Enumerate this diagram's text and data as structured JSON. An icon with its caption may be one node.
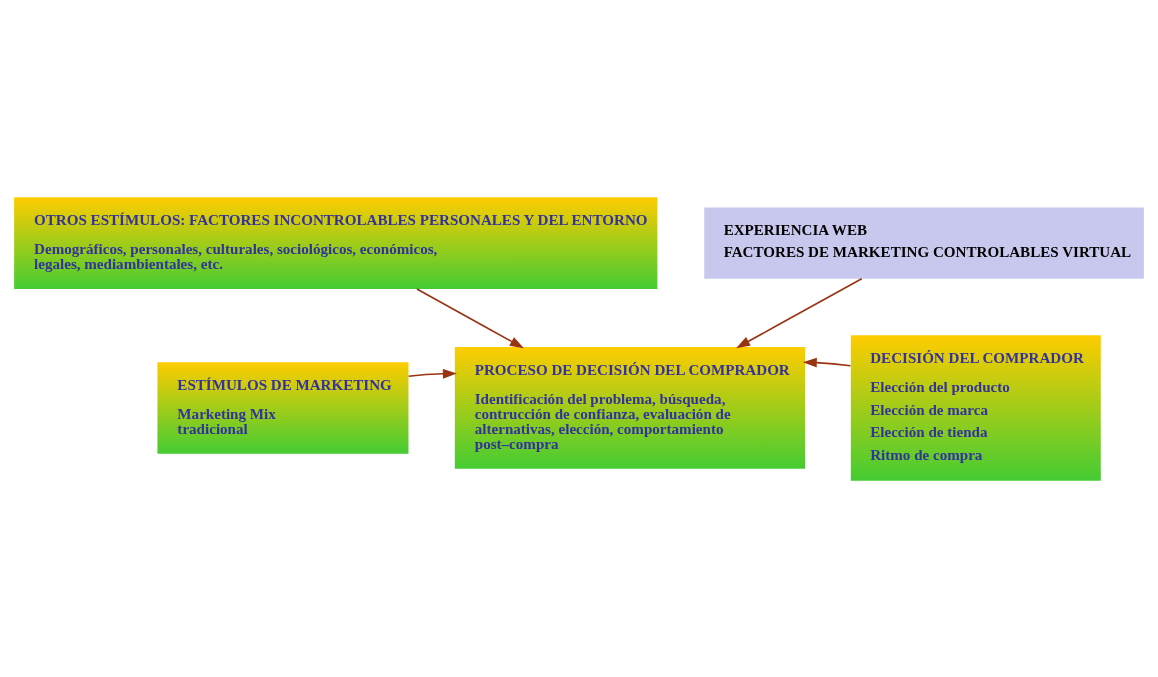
{
  "diagram": {
    "nodes": [
      {
        "text": [
          "OTROS ESTÍMULOS: FACTORES INCONTROLABLES PERSONALES Y DEL ENTORNO",
          "Demográficos, personales, culturales, sociológicos, económicos, legales, mediambientales, etc."
        ]
      },
      {
        "text": [
          "ESTÍMULOS DE MARKETING",
          "Marketing Mix tradicional"
        ]
      },
      {
        "text": [
          "PROCESO DE DECISIÓN DEL COMPRADOR",
          "Identificación del problema, búsqueda, contrucción de confianza, evaluación de alternativas, elección, comportamiento post–compra"
        ]
      },
      {
        "text": [
          "DECISIÓN DEL COMPRADOR",
          "Elección del producto",
          "Elección de marca",
          "Elección de tienda",
          "Ritmo de compra"
        ]
      },
      {
        "text": [
          "EXPERIENCIA WEB",
          "FACTORES DE MARKETING CONTROLABLES VIRTUAL"
        ]
      }
    ],
    "edges": [
      {
        "from": 0,
        "to": 2,
        "arrow": "to"
      },
      {
        "from": 1,
        "to": 2,
        "arrow": "to"
      },
      {
        "from": 3,
        "to": 2,
        "arrow": "to"
      },
      {
        "from": 4,
        "to": 2,
        "arrow": "to"
      }
    ]
  }
}
